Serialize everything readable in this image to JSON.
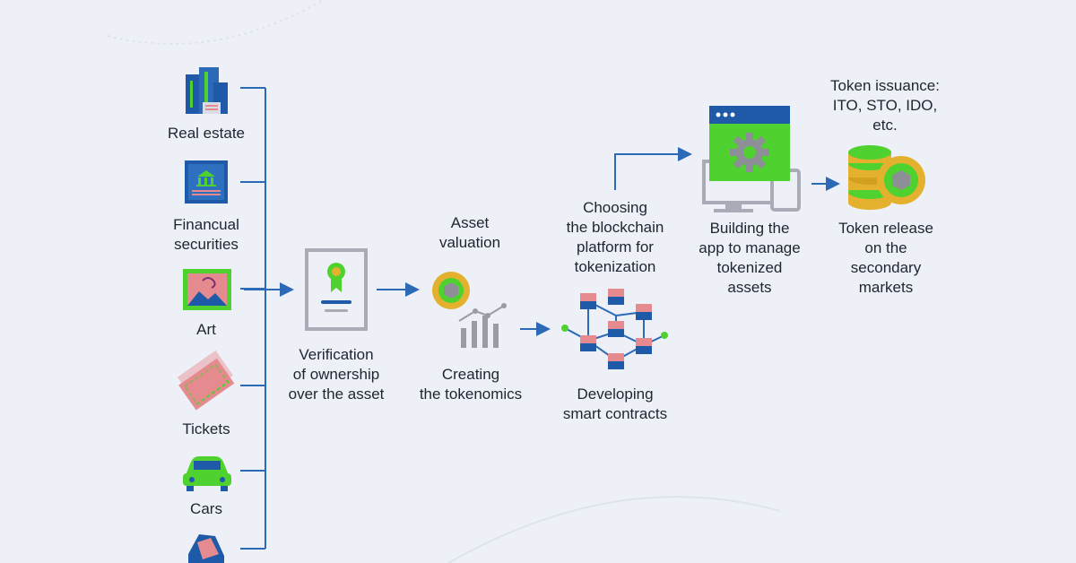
{
  "assets": {
    "real_estate": "Real estate",
    "financial_securities": "Financual\nsecurities",
    "art": "Art",
    "tickets": "Tickets",
    "cars": "Cars"
  },
  "steps": {
    "verification": "Verification\nof ownership\nover the asset",
    "asset_valuation": "Asset\nvaluation",
    "creating_tokenomics": "Creating\nthe tokenomics",
    "choosing_platform": "Choosing\nthe blockchain\nplatform for\ntokenization",
    "developing_contracts": "Developing\nsmart contracts",
    "building_app": "Building the\napp to manage\ntokenized\nassets",
    "token_issuance": "Token issuance:\nITO, STO, IDO,\netc.",
    "token_release": "Token release\non the\nsecondary\nmarkets"
  },
  "colors": {
    "background": "#eef0f7",
    "connector": "#2c6ab8",
    "accent_green": "#4fd12f",
    "accent_blue": "#1f5aa8",
    "accent_pink": "#e58a8f",
    "coin_gold": "#e3b12e",
    "text": "#1f2430"
  }
}
